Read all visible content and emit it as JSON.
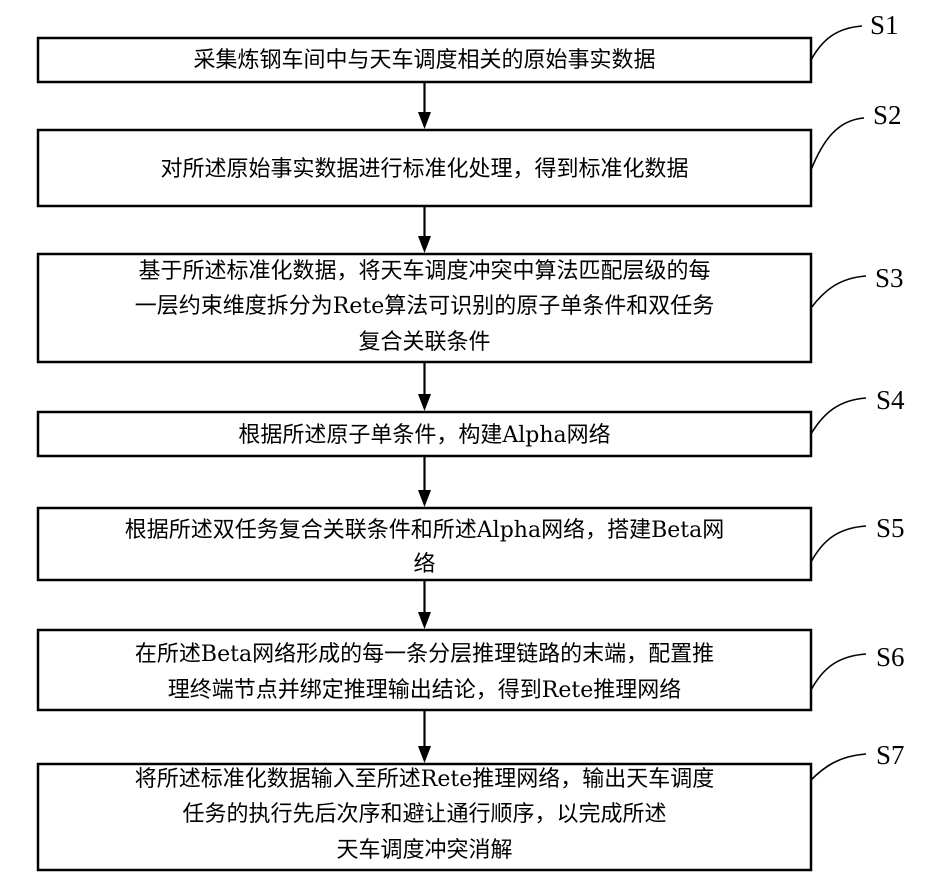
{
  "steps": [
    {
      "id": "S1",
      "label": "S1",
      "lines": [
        "采集炼钢车间中与天车调度相关的原始事实数据"
      ]
    },
    {
      "id": "S2",
      "label": "S2",
      "lines": [
        "对所述原始事实数据进行标准化处理，得到标准化数据"
      ]
    },
    {
      "id": "S3",
      "label": "S3",
      "lines": [
        "基于所述标准化数据，将天车调度冲突中算法匹配层级的每",
        "一层约束维度拆分为Rete算法可识别的原子单条件和双任务",
        "复合关联条件"
      ]
    },
    {
      "id": "S4",
      "label": "S4",
      "lines": [
        "根据所述原子单条件，构建Alpha网络"
      ]
    },
    {
      "id": "S5",
      "label": "S5",
      "lines": [
        "根据所述双任务复合关联条件和所述Alpha网络，搭建Beta网",
        "络"
      ]
    },
    {
      "id": "S6",
      "label": "S6",
      "lines": [
        "在所述Beta网络形成的每一条分层推理链路的末端，配置推",
        "理终端节点并绑定推理输出结论，得到Rete推理网络"
      ]
    },
    {
      "id": "S7",
      "label": "S7",
      "lines": [
        "将所述标准化数据输入至所述Rete推理网络，输出天车调度",
        "任务的执行先后次序和避让通行顺序，以完成所述",
        "天车调度冲突消解"
      ]
    }
  ]
}
